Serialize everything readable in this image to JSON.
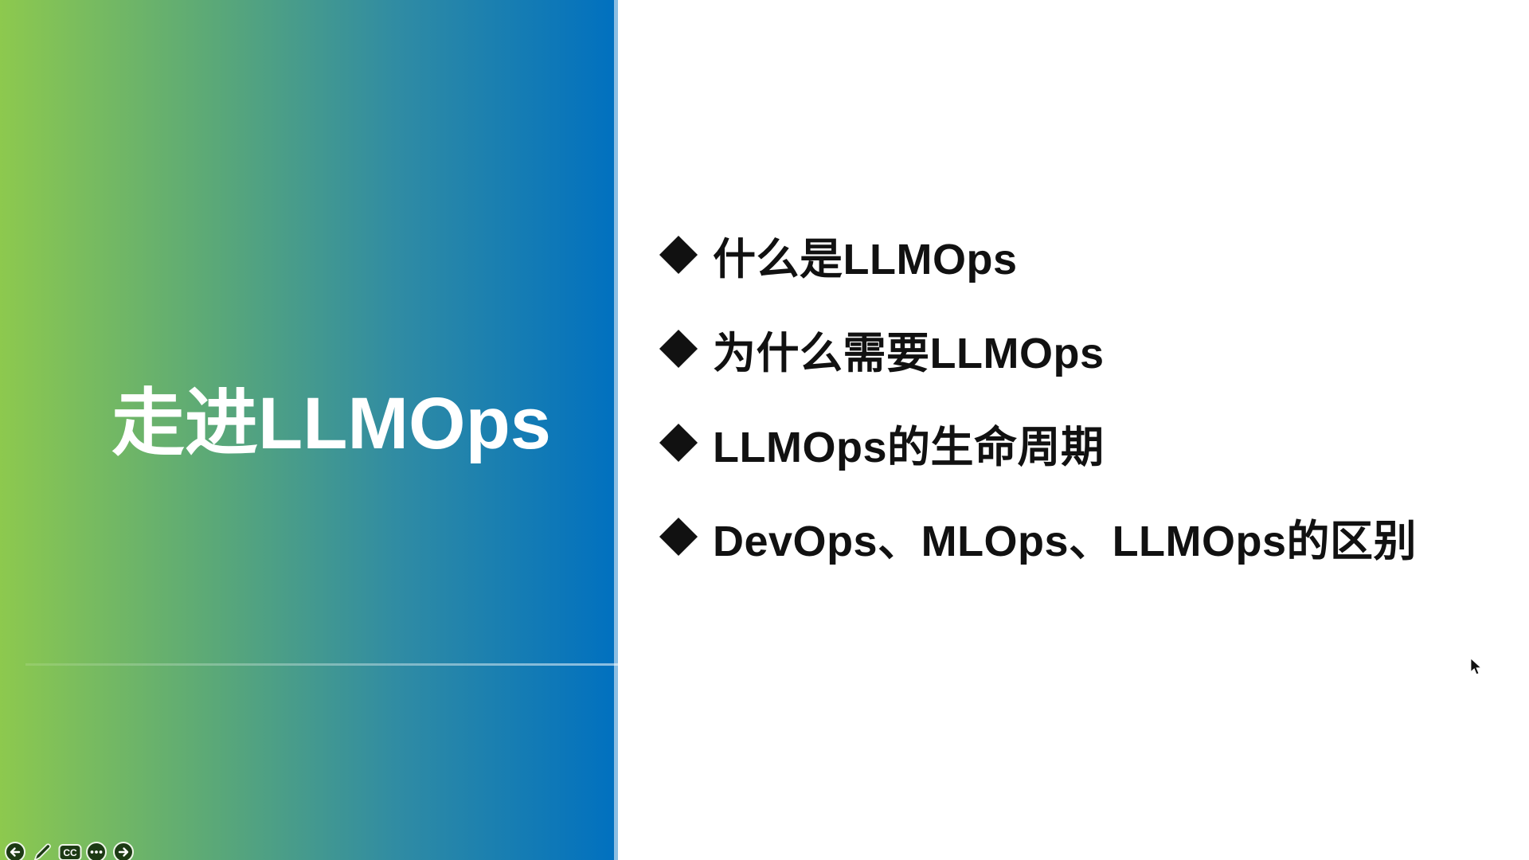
{
  "slide": {
    "title": "走进LLMOps",
    "bullets": [
      {
        "text": "什么是LLMOps"
      },
      {
        "text": "为什么需要LLMOps"
      },
      {
        "text": "LLMOps的生命周期"
      },
      {
        "text": "DevOps、MLOps、LLMOps的区别"
      }
    ],
    "colors": {
      "gradient_start": "#8DC94E",
      "gradient_end": "#0070C0",
      "title_text": "#FFFFFF",
      "bullet_text": "#111111"
    }
  },
  "player_controls": {
    "cc_label": "CC",
    "buttons": [
      {
        "name": "previous"
      },
      {
        "name": "annotate"
      },
      {
        "name": "captions"
      },
      {
        "name": "more"
      },
      {
        "name": "next"
      }
    ]
  }
}
